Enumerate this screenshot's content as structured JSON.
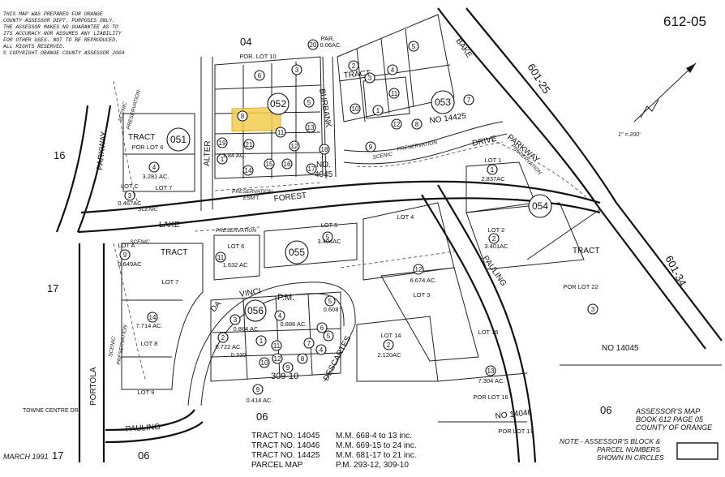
{
  "header": {
    "disclaimer": [
      "THIS MAP WAS PREPARED FOR ORANGE",
      "COUNTY ASSESSOR DEPT. PURPOSES ONLY.",
      "THE ASSESSOR MAKES NO GUARANTEE AS TO",
      "ITS ACCURACY NOR ASSUMES ANY LIABILITY",
      "FOR OTHER USES.  NOT TO BE REPRODUCED.",
      "ALL RIGHTS RESERVED.",
      "© COPYRIGHT ORANGE COUNTY ASSESSOR 2004"
    ],
    "map_number": "612-05",
    "scale": "1\" = 200'"
  },
  "blocks": [
    "051",
    "052",
    "053",
    "054",
    "055",
    "056"
  ],
  "streets": {
    "parkway_w": "PARKWAY",
    "alter": "ALTER",
    "burbank": "BURBANK",
    "tract_n": "TRACT",
    "bake": "BAKE",
    "parkway_ne": "PARKWAY",
    "drive": "DRIVE",
    "lake": "LAKE",
    "forest": "FOREST",
    "pauling_e": "PAULING",
    "da": "DA",
    "vinci": "VINCI",
    "descartes": "DESCARTES",
    "portola": "PORTOLA",
    "pauling_s": "PAULING",
    "towne_centre": "TOWNE CENTRE DR."
  },
  "labels": {
    "tract": "TRACT",
    "no14425": "NO 14425",
    "no4045": "NO.",
    "no4045b": "4045",
    "no14045": "NO 14045",
    "no14046": "NO 14046",
    "pm": "P.M.",
    "pm309": "309-10",
    "scenic": "SCENIC",
    "preservation": "PRESERVATION",
    "esmt": "ESM'T.",
    "page_refs": [
      "04",
      "06",
      "06",
      "16",
      "17",
      "17",
      "601-25",
      "601-34"
    ]
  },
  "parcels": {
    "p1": "1",
    "p2": "2",
    "p3": "3",
    "p4": "4",
    "p5": "5",
    "p6": "6",
    "p7": "7",
    "p8": "8",
    "p9": "9",
    "p10": "10",
    "p11": "11",
    "p12": "12",
    "p13": "13",
    "p14": "14",
    "p15": "15",
    "p16": "16",
    "p17": "17",
    "p18": "18",
    "p19": "19",
    "p20": "20",
    "p21": "21"
  },
  "lots": {
    "lot1": "LOT 1",
    "lot1ac": "2.837AC",
    "lot2": "LOT 2",
    "lot2ac": "3.401AC",
    "lot4": "LOT 4",
    "lot4ac": "3.281 AC.",
    "lot5": "LOT 5",
    "lot5ac": "3.404AC",
    "lot6": "LOT 6",
    "lot6ac": "1.632 AC",
    "lot7": "LOT 7",
    "lot8": "LOT 8",
    "lot9": "LOT 9",
    "lot14": "LOT 14",
    "lot14ac": "2.120AC",
    "lot15": "LOT 15",
    "lot16": "POR LOT 16",
    "lot17": "POR LOT 17",
    "lot22": "POR LOT 22",
    "lot3": "LOT 3",
    "lotA": "LOT A",
    "lotAac": "0.649AC",
    "lotC": "LOT C",
    "lotCac": "0.467AC",
    "porlot6": "POR LOT 6",
    "porlot10": "POR. LOT 10",
    "acre12": "6.674 AC.",
    "acre14": "7.714 AC.",
    "acre13": "7.304 AC.",
    "par": "PAR.",
    "ac864": "0.864 AC.",
    "ac886": "0.886 AC.",
    "ac608": "0.608",
    "ac722": "0.722 AC.",
    "ac330": "0.330",
    "ac414": "0.414 AC.",
    "ac184": "1.84 AC.",
    "ac06": "0.06AC."
  },
  "footer": {
    "date": "MARCH 1991",
    "refs": [
      {
        "label": "TRACT NO. 14045",
        "value": "M.M. 668-4 to 13 inc."
      },
      {
        "label": "TRACT NO. 14046",
        "value": "M.M. 669-15 to 24 inc."
      },
      {
        "label": "TRACT NO. 14425",
        "value": "M.M. 681-17 to 21 inc."
      },
      {
        "label": "PARCEL MAP",
        "value": "P.M. 293-12, 309-10"
      }
    ],
    "book_title": "ASSESSOR'S MAP",
    "book_line": "BOOK 612 PAGE 05",
    "county": "COUNTY OF ORANGE",
    "note1": "NOTE - ASSESSOR'S BLOCK &",
    "note2": "PARCEL NUMBERS",
    "note3": "SHOWN IN CIRCLES"
  }
}
